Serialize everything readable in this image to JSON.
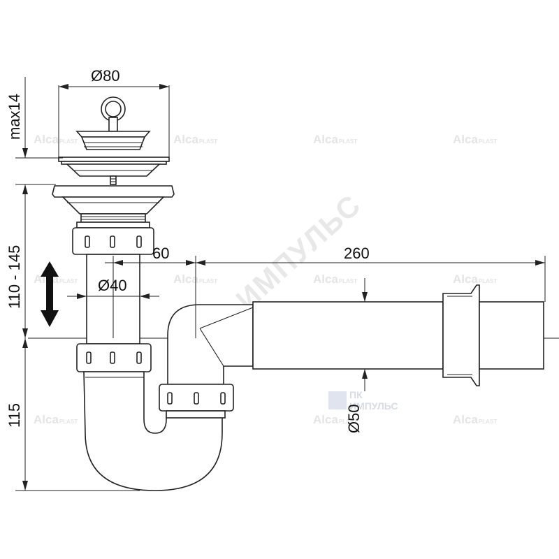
{
  "watermark": {
    "brand": "Alca",
    "brand_suffix": "PLAST",
    "diagonal_text": "МПК ИМПУЛЬС",
    "logo_line1": "ПК",
    "logo_line2": "ИМПУЛЬС"
  },
  "dimensions": {
    "strainer_diameter": "Ø80",
    "max_height": "max14",
    "adjust_range": "110 - 145",
    "trap_height": "115",
    "pipe_diameter": "Ø40",
    "offset": "60",
    "outlet_length": "260",
    "outlet_diameter": "Ø50"
  },
  "colors": {
    "line": "#222222",
    "watermark": "#e4e4e4"
  }
}
